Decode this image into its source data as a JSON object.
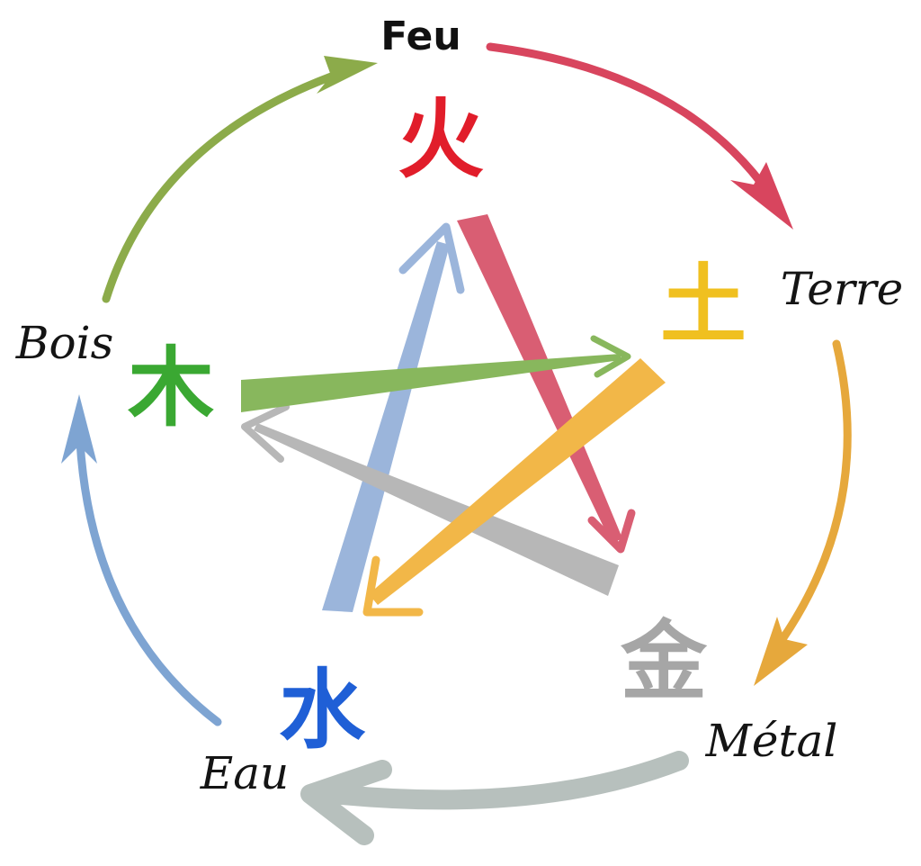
{
  "elements": {
    "fire": {
      "label": "Feu",
      "glyph": "火",
      "color": "#e11d2a",
      "glyph_icon": "fire-character-icon"
    },
    "earth": {
      "label": "Terre",
      "glyph": "土",
      "color": "#f0c020",
      "glyph_icon": "earth-character-icon"
    },
    "metal": {
      "label": "Métal",
      "glyph": "金",
      "color": "#a6a6a6",
      "glyph_icon": "metal-character-icon"
    },
    "water": {
      "label": "Eau",
      "glyph": "水",
      "color": "#1f5fd6",
      "glyph_icon": "water-character-icon"
    },
    "wood": {
      "label": "Bois",
      "glyph": "木",
      "color": "#3aa832",
      "glyph_icon": "wood-character-icon"
    }
  },
  "generating_cycle_colors": {
    "wood_to_fire": "#8cab4a",
    "fire_to_earth": "#d8455e",
    "earth_to_metal": "#e6a83c",
    "metal_to_water": "#b7c0bd",
    "water_to_wood": "#7ea4d2"
  },
  "controlling_cycle_colors": {
    "fire_to_metal": "#d13b55",
    "earth_to_water": "#f0a820",
    "metal_to_wood": "#a8a8a8",
    "water_to_fire": "#86a6d4",
    "wood_to_earth": "#6fa83a"
  }
}
